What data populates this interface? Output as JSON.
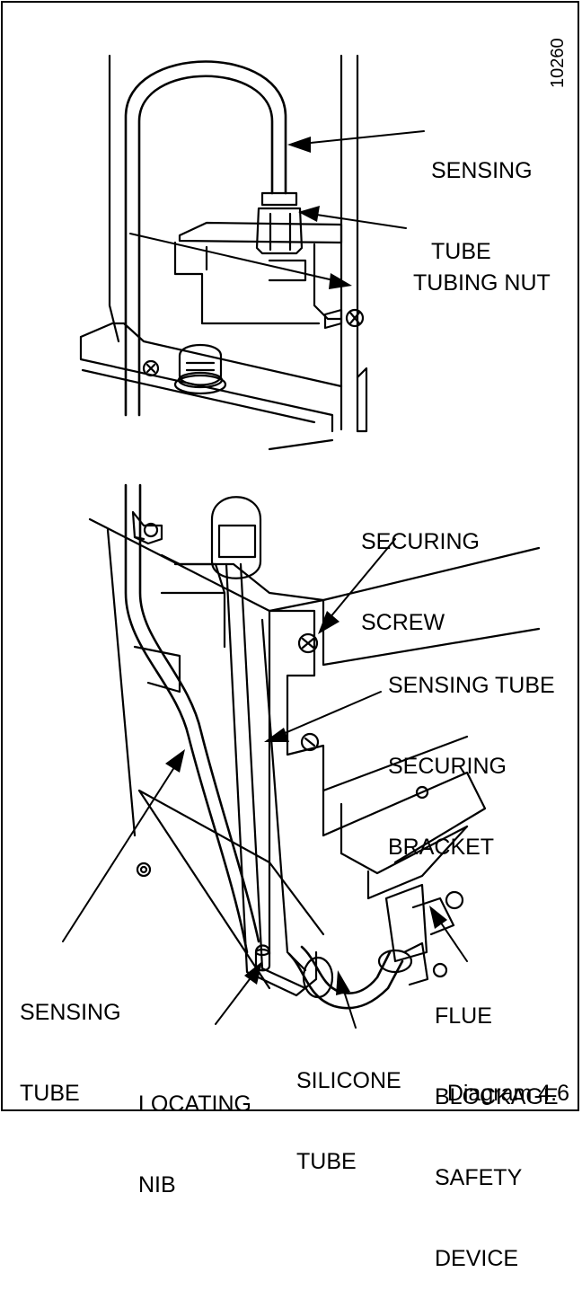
{
  "reference_number": "10260",
  "caption": "Diagram 4.6",
  "labels": {
    "sensing_tube_top": [
      "SENSING",
      "TUBE"
    ],
    "tubing_nut": [
      "TUBING NUT"
    ],
    "securing_screw": [
      "SECURING",
      "SCREW"
    ],
    "sensing_tube_bracket": [
      "SENSING TUBE",
      "SECURING",
      "BRACKET"
    ],
    "sensing_tube_bottom": [
      "SENSING",
      "TUBE"
    ],
    "locating_nib": [
      "LOCATING",
      "NIB"
    ],
    "silicone_tube": [
      "SILICONE",
      "TUBE"
    ],
    "flue_blockage": [
      "FLUE",
      "BLOCKAGE",
      "SAFETY",
      "DEVICE"
    ]
  }
}
